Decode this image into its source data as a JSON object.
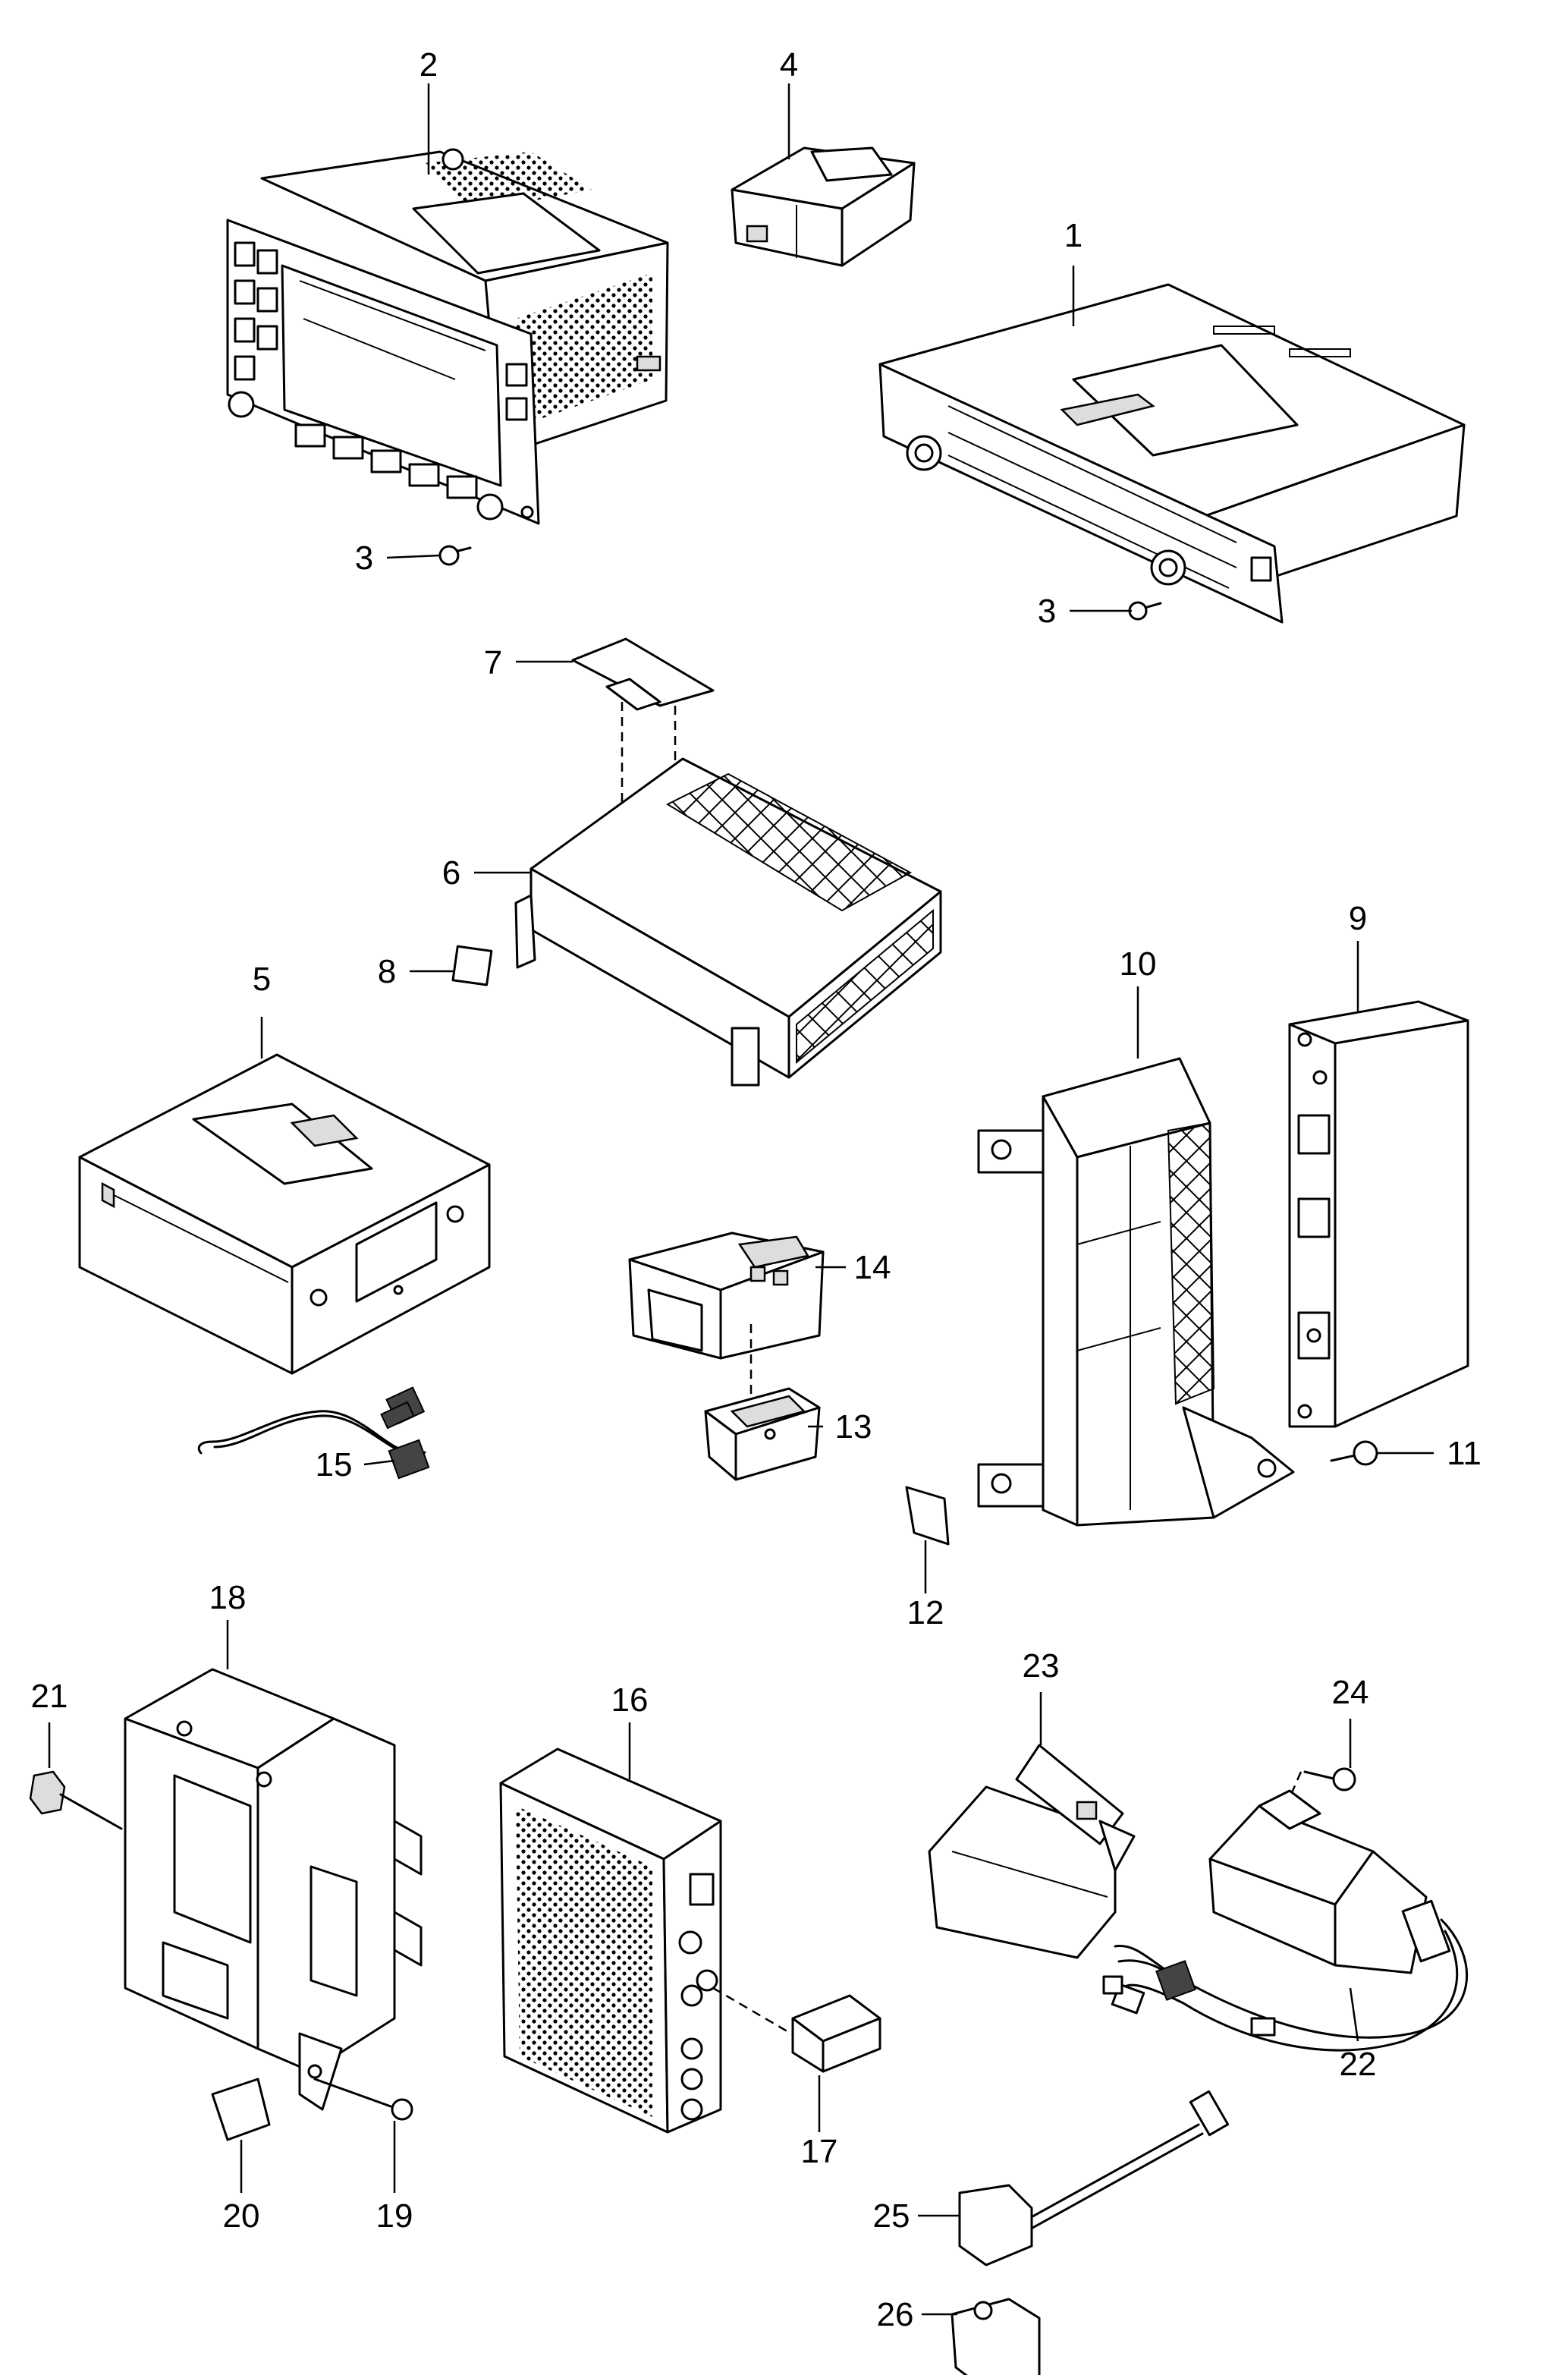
{
  "callouts": {
    "c1": "1",
    "c2": "2",
    "c3a": "3",
    "c3b": "3",
    "c4": "4",
    "c5": "5",
    "c6": "6",
    "c7": "7",
    "c8": "8",
    "c9": "9",
    "c10": "10",
    "c11": "11",
    "c12": "12",
    "c13": "13",
    "c14": "14",
    "c15": "15",
    "c16": "16",
    "c17": "17",
    "c18": "18",
    "c19": "19",
    "c20": "20",
    "c21": "21",
    "c22": "22",
    "c23": "23",
    "c24": "24",
    "c25": "25",
    "c26": "26"
  }
}
